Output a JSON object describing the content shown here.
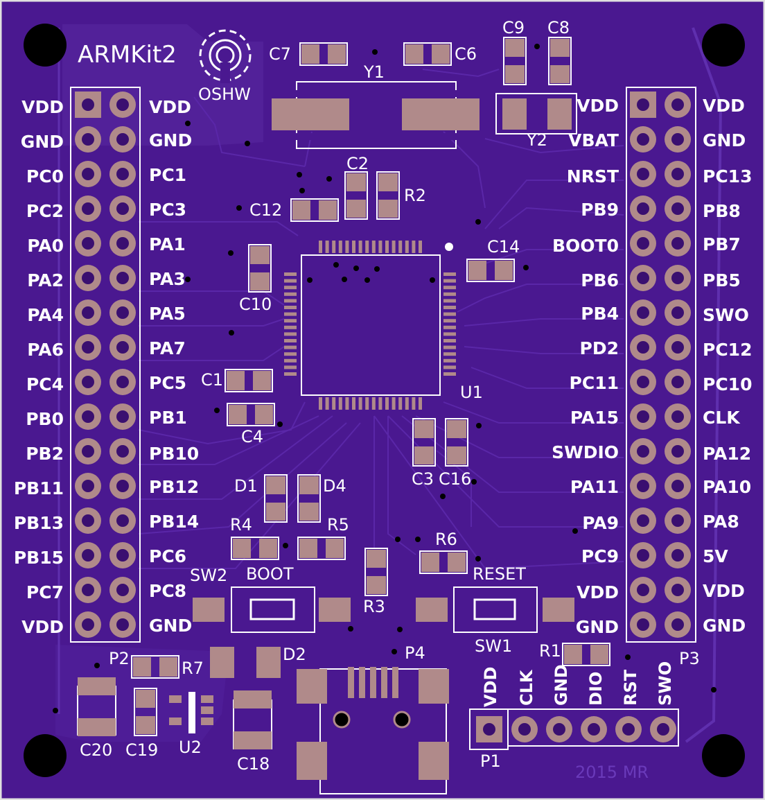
{
  "board": {
    "title": "ARMKit2",
    "logo_text": "OSHW",
    "credit": "2015 MR",
    "colors": {
      "soldermask": "#4a1890",
      "edge": "#e0e0e0",
      "pad": "#b08a8a",
      "silkscreen": "#ffffff",
      "hole": "#000000"
    }
  },
  "headers": {
    "p2": {
      "ref": "P2",
      "left": [
        "VDD",
        "GND",
        "PC0",
        "PC2",
        "PA0",
        "PA2",
        "PA4",
        "PA6",
        "PC4",
        "PB0",
        "PB2",
        "PB11",
        "PB13",
        "PB15",
        "PC7",
        "VDD"
      ],
      "right": [
        "VDD",
        "GND",
        "PC1",
        "PC3",
        "PA1",
        "PA3",
        "PA5",
        "PA7",
        "PC5",
        "PB1",
        "PB10",
        "PB12",
        "PB14",
        "PC6",
        "PC8",
        "GND"
      ]
    },
    "p3": {
      "ref": "P3",
      "left": [
        "VDD",
        "VBAT",
        "NRST",
        "PB9",
        "BOOT0",
        "PB6",
        "PB4",
        "PD2",
        "PC11",
        "PA15",
        "SWDIO",
        "PA11",
        "PA9",
        "PC9",
        "VDD",
        "GND"
      ],
      "right": [
        "VDD",
        "GND",
        "PC13",
        "PB8",
        "PB7",
        "PB5",
        "SWO",
        "PC12",
        "PC10",
        "CLK",
        "PA12",
        "PA10",
        "PA8",
        "5V",
        "VDD",
        "GND"
      ]
    },
    "p1": {
      "ref": "P1",
      "pins": [
        "VDD",
        "CLK",
        "GND",
        "DIO",
        "RST",
        "SWO"
      ]
    }
  },
  "components": {
    "C7": "C7",
    "C6": "C6",
    "C9": "C9",
    "C8": "C8",
    "Y1": "Y1",
    "Y2": "Y2",
    "C2": "C2",
    "R2": "R2",
    "C12": "C12",
    "C14": "C14",
    "C10": "C10",
    "U1": "U1",
    "C1": "C1",
    "C4": "C4",
    "C3": "C3",
    "C16": "C16",
    "D1": "D1",
    "D4": "D4",
    "R4": "R4",
    "R5": "R5",
    "R6": "R6",
    "R3": "R3",
    "SW2": "SW2",
    "SW1": "SW1",
    "BOOT": "BOOT",
    "RESET": "RESET",
    "R1": "R1",
    "D2": "D2",
    "P4": "P4",
    "R7": "R7",
    "C20": "C20",
    "C19": "C19",
    "U2": "U2",
    "C18": "C18"
  }
}
